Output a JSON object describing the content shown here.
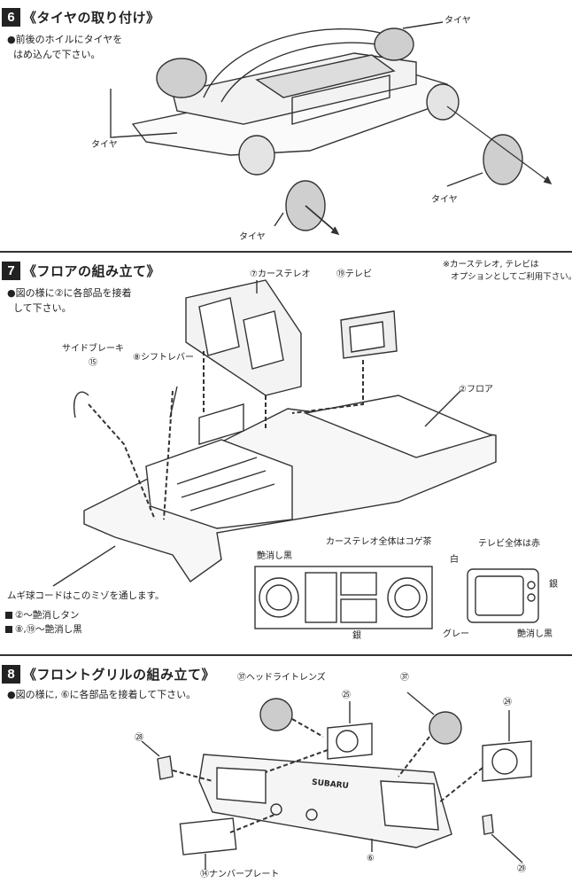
{
  "steps": [
    {
      "number": "6",
      "title": "《タイヤの取り付け》",
      "instruction": [
        "前後のホイルにタイヤを",
        "はめ込んで下さい。"
      ],
      "labels": {
        "tire_top": "タイヤ",
        "tire_left": "タイヤ",
        "tire_bottom": "タイヤ",
        "tire_right": "タイヤ"
      }
    },
    {
      "number": "7",
      "title": "《フロアの組み立て》",
      "instruction": [
        "図の様に②に各部品を接着",
        "して下さい。"
      ],
      "note": [
        "※カーステレオ, テレビは",
        "オプションとしてご利用下さい。"
      ],
      "labels": {
        "car_stereo_num": "⑦",
        "car_stereo": "カーステレオ",
        "tv_num": "⑲",
        "tv": "テレビ",
        "side_brake": "サイドブレーキ",
        "side_brake_num": "⑮",
        "shift_lever_num": "⑧",
        "shift_lever": "シフトレバー",
        "floor_num": "②",
        "floor": "フロア",
        "stereo_color": "カーステレオ全体はコゲ茶",
        "matte_black": "艶消し黒",
        "silver_left": "銀",
        "tv_color": "テレビ全体は赤",
        "white": "白",
        "silver_right": "銀",
        "gray": "グレー",
        "matte_black_right": "艶消し黒",
        "wheat_bulb": "ムギ球コードはこのミゾを通します。"
      },
      "legend": [
        "②～艶消しタン",
        "⑧,⑲～艶消し黒"
      ]
    },
    {
      "number": "8",
      "title": "《フロントグリルの組み立て》",
      "instruction": [
        "図の様に, ⑥に各部品を接着して下さい。"
      ],
      "labels": {
        "headlight_num": "㊲",
        "headlight": "ヘッドライトレンズ",
        "p25": "㉕",
        "p37": "㊲",
        "p24": "㉔",
        "p28": "㉘",
        "brand": "SUBARU",
        "plate_num": "⑭",
        "plate": "ナンバープレート",
        "p6": "⑥",
        "p29": "㉙"
      }
    }
  ]
}
